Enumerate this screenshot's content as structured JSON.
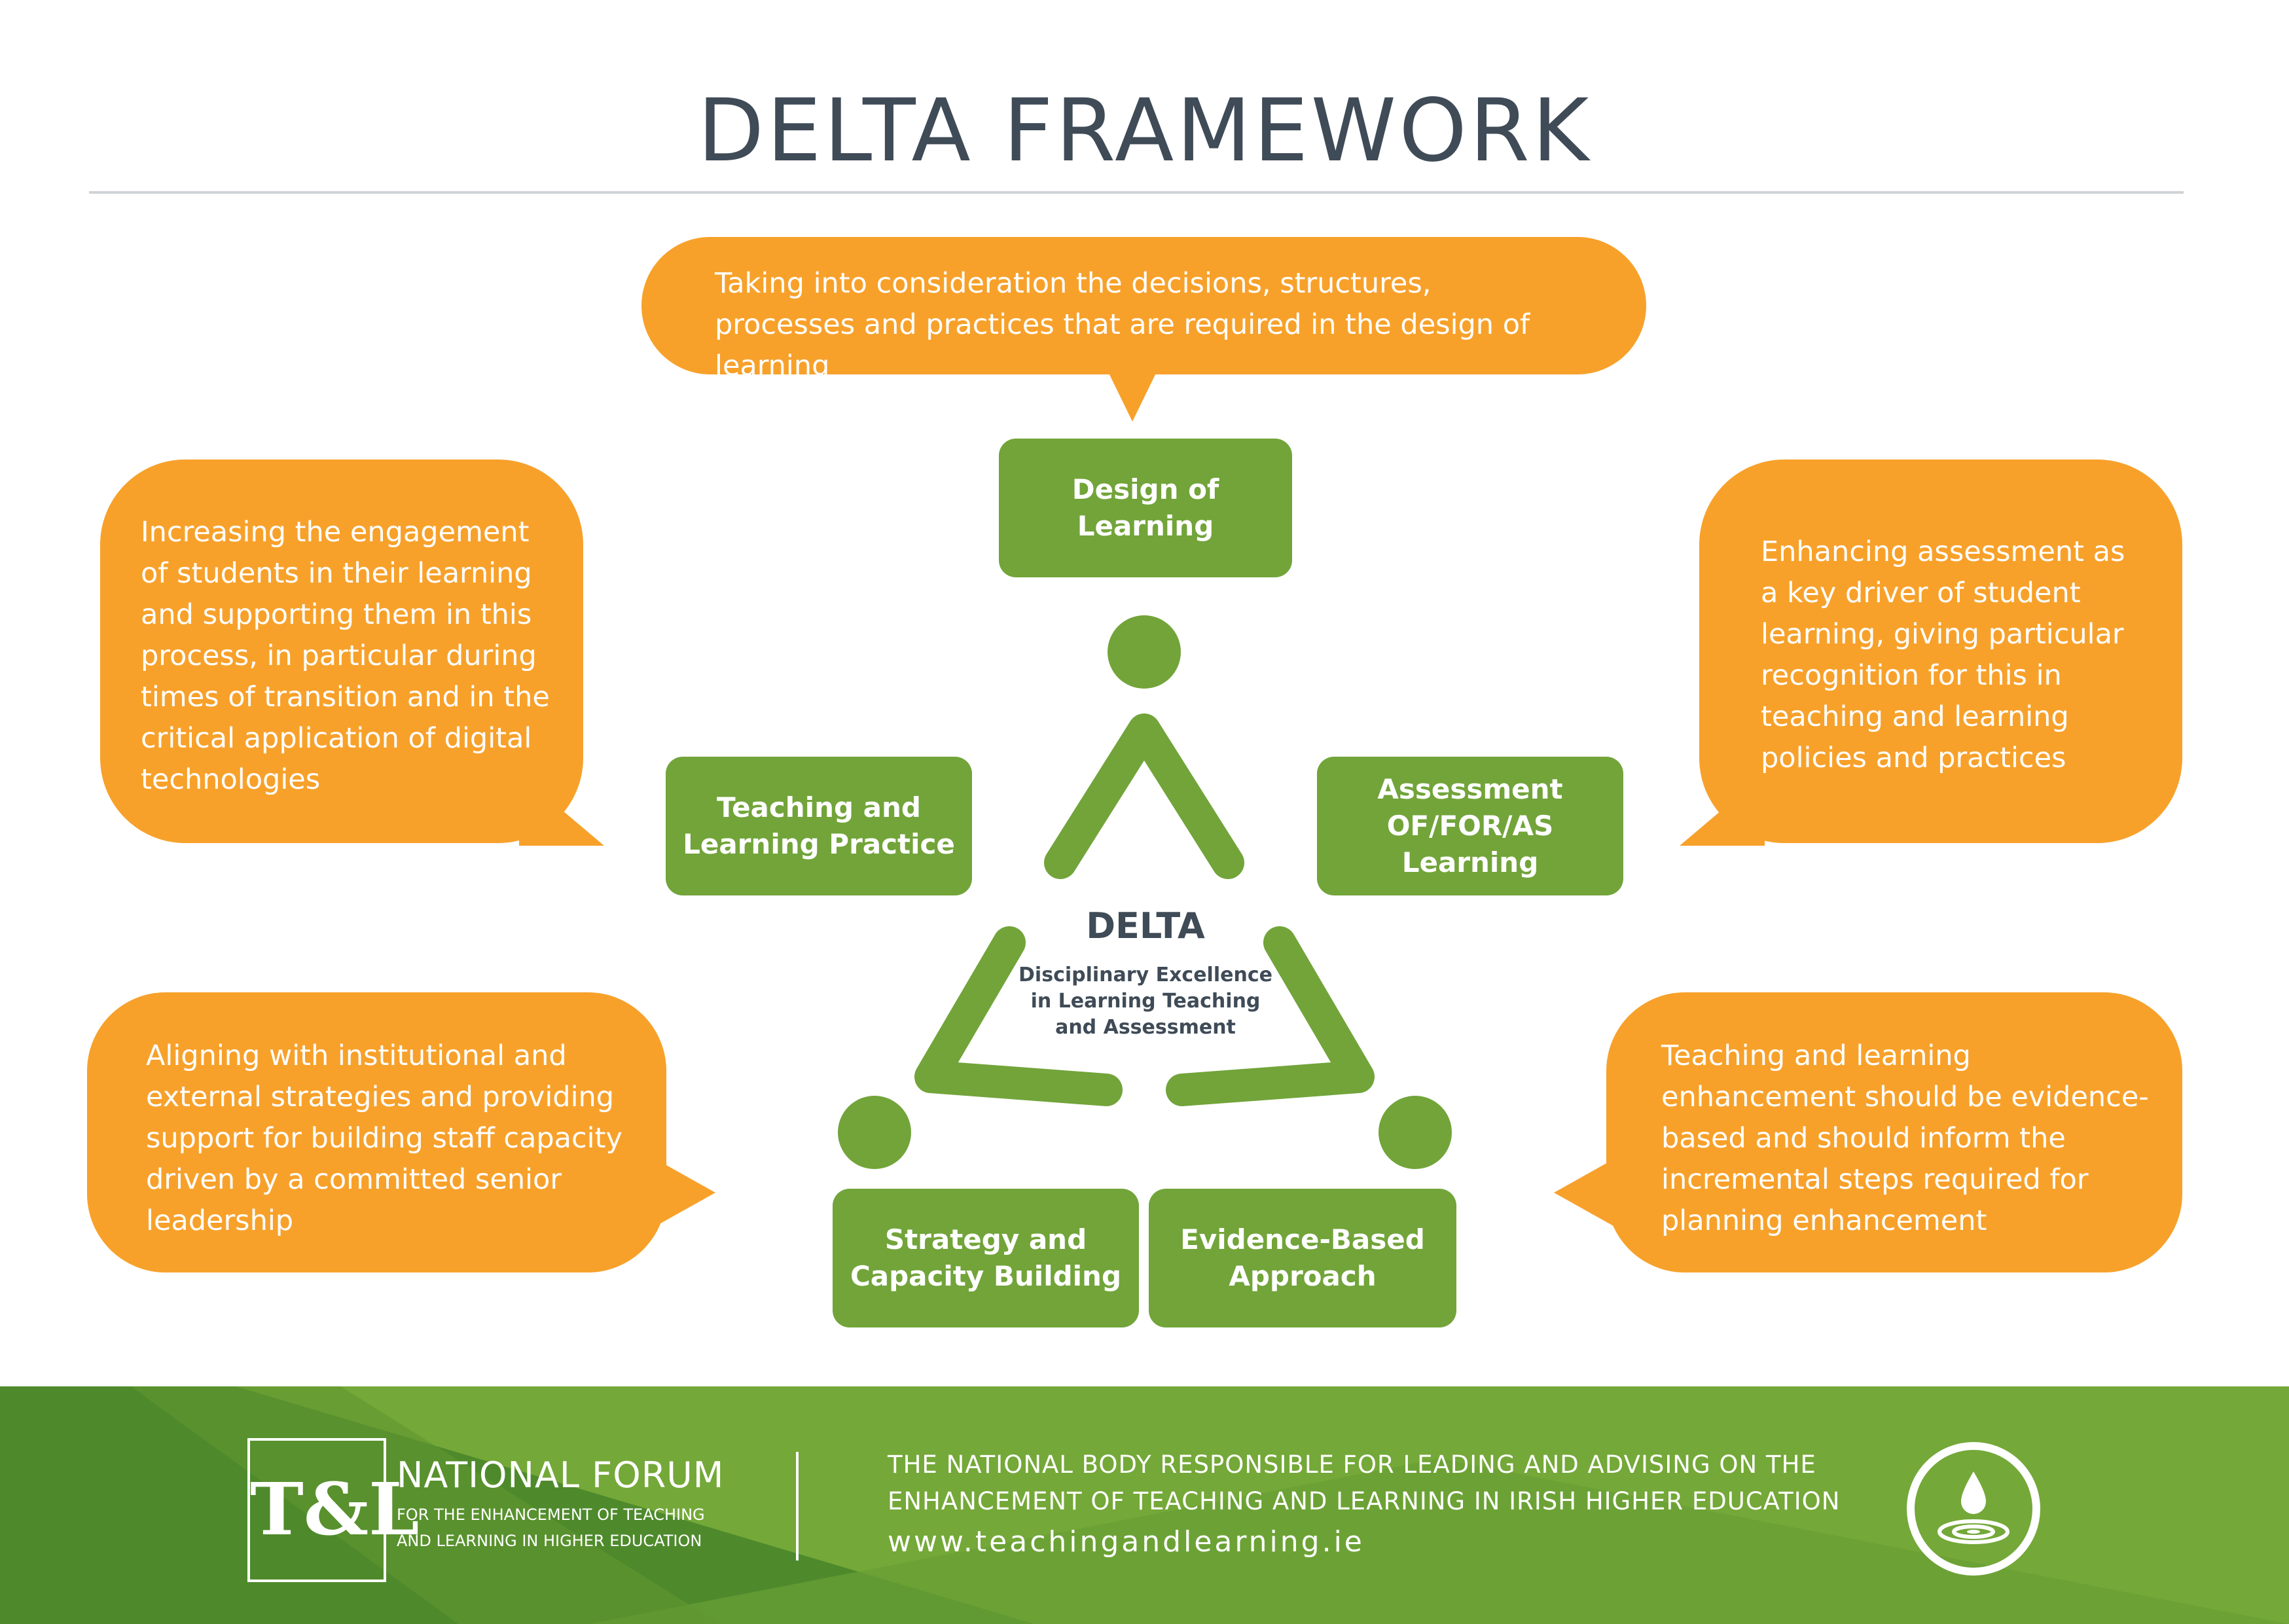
{
  "header": {
    "title": "DELTA FRAMEWORK"
  },
  "bubbles": {
    "top": "Taking into consideration the decisions, structures, processes and practices that are required in the design of learning",
    "upper_left": "Increasing the engagement of students in their learning and supporting them in this process, in particular during times of transition and in the critical application of digital technologies",
    "upper_right": "Enhancing assessment as a key driver of student learning, giving particular recognition for this in teaching and learning policies and practices",
    "lower_left": "Aligning with institutional and external strategies and providing support for building staff capacity driven by a committed senior leadership",
    "lower_right": "Teaching and learning enhancement should be evidence-based and should inform the incremental steps required for planning enhancement"
  },
  "pillars": {
    "design": "Design of\nLearning",
    "teaching": "Teaching and\nLearning Practice",
    "assessment": "Assessment\nOF/FOR/AS Learning",
    "strategy": "Strategy and\nCapacity Building",
    "evidence": "Evidence-Based\nApproach"
  },
  "center": {
    "title": "DELTA",
    "subtitle": "Disciplinary Excellence\nin Learning Teaching\nand Assessment"
  },
  "footer": {
    "logo_text": "T&L",
    "org_name": "NATIONAL FORUM",
    "org_sub": "FOR THE ENHANCEMENT OF TEACHING\nAND LEARNING IN HIGHER EDUCATION",
    "tagline": "THE NATIONAL BODY RESPONSIBLE FOR LEADING AND ADVISING ON THE\nENHANCEMENT OF TEACHING AND LEARNING IN IRISH HIGHER EDUCATION",
    "url": "www.teachingandlearning.ie"
  },
  "icons": {
    "logo": "tl-logo-icon",
    "badge": "water-drop-icon"
  },
  "colors": {
    "orange": "#f7a12b",
    "green": "#72a43a",
    "dark_text": "#3f4b57",
    "footer_green": "#74a838",
    "footer_dark": "#4e8a2c"
  }
}
